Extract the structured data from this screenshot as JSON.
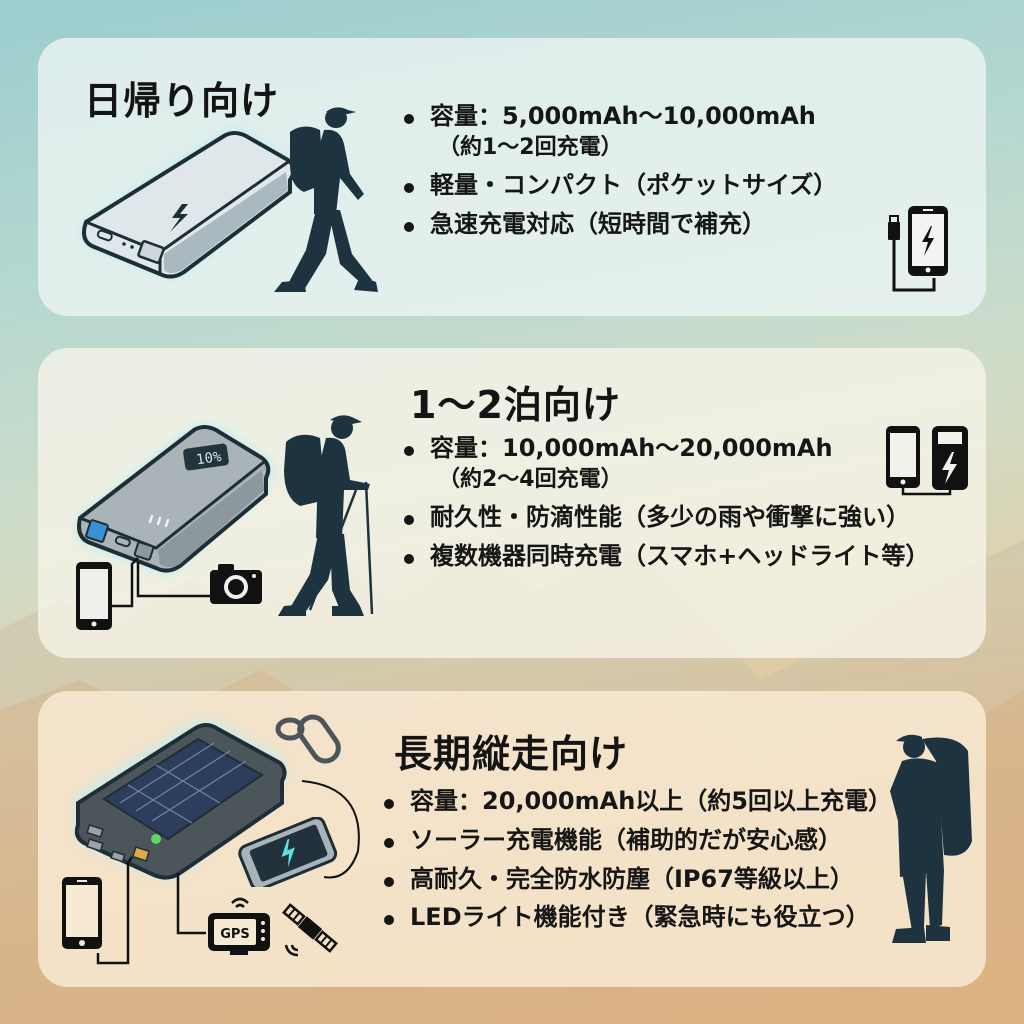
{
  "colors": {
    "silhouette": "#1d3440",
    "text": "#161616",
    "bg_top": "#9ccdcf",
    "bg_bottom": "#f3b068",
    "glow": "#bfeef0"
  },
  "sections": [
    {
      "title": "日帰り向け",
      "bullets": [
        {
          "text": "容量：5,000mAh〜10,000mAh",
          "sub": "（約1〜2回充電）"
        },
        {
          "text": "軽量・コンパクト（ポケットサイズ）"
        },
        {
          "text": "急速充電対応（短時間で補充）"
        }
      ],
      "icons": [
        "power-bank-icon",
        "walking-hiker-icon",
        "usb-cable-icon",
        "phone-charging-icon"
      ]
    },
    {
      "title": "1〜2泊向け",
      "display_value": "10%",
      "bullets": [
        {
          "text": "容量：10,000mAh〜20,000mAh",
          "sub": "（約2〜4回充電）"
        },
        {
          "text": "耐久性・防滴性能（多少の雨や衝撃に強い）"
        },
        {
          "text": "複数機器同時充電（スマホ+ヘッドライト等）"
        }
      ],
      "icons": [
        "power-bank-display-icon",
        "phone-icon",
        "camera-icon",
        "hiker-with-poles-icon",
        "phone-to-battery-icon"
      ]
    },
    {
      "title": "長期縦走向け",
      "gps_label": "GPS",
      "bullets": [
        {
          "text": "容量：20,000mAh以上（約5回以上充電）"
        },
        {
          "text": "ソーラー充電機能（補助的だが安心感）"
        },
        {
          "text": "高耐久・完全防水防塵（IP67等級以上）"
        },
        {
          "text": "LEDライト機能付き（緊急時にも役立つ）"
        }
      ],
      "icons": [
        "solar-power-bank-icon",
        "carabiner-icon",
        "phone-icon",
        "gps-device-icon",
        "satellite-icon",
        "standing-hiker-icon"
      ]
    }
  ]
}
